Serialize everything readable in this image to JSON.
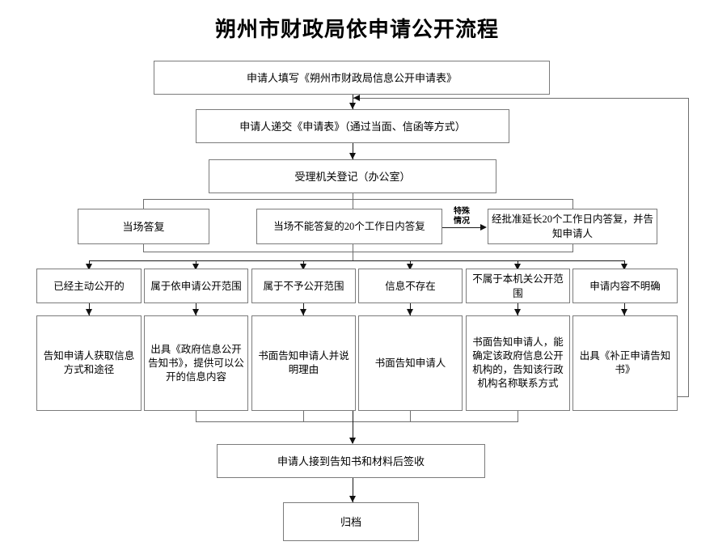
{
  "document": {
    "title": "朔州市财政局依申请公开流程"
  },
  "nodes": {
    "fill_form": "申请人填写《朔州市财政局信息公开申请表》",
    "submit_form": "申请人递交《申请表》（通过当面、信函等方式）",
    "register": "受理机关登记（办公室）",
    "answer_onsite": "当场答复",
    "answer_20days": "当场不能答复的20个工作日内答复",
    "answer_extended": "经批准延长20个工作日内答复，并告知申请人",
    "category_1": "已经主动公开的",
    "category_2": "属于依申请公开范围",
    "category_3": "属于不予公开范围",
    "category_4": "信息不存在",
    "category_5": "不属于本机关公开范围",
    "category_6": "申请内容不明确",
    "action_1": "告知申请人获取信息方式和途径",
    "action_2": "出具《政府信息公开告知书》，提供可以公开的信息内容",
    "action_3": "书面告知申请人并说明理由",
    "action_4": "书面告知申请人",
    "action_5": "书面告知申请人，能确定该政府信息公开机构的，告知该行政机构名称联系方式",
    "action_6": "出具《补正申请告知书》",
    "receipt": "申请人接到告知书和材料后签收",
    "archive": "归档"
  },
  "edge_labels": {
    "special_case": "特殊\n情况"
  },
  "colors": {
    "box_border": "#7b7b7b",
    "connector": "#6e6e6e",
    "arrow": "#111111",
    "background": "#ffffff",
    "text": "#000000"
  }
}
